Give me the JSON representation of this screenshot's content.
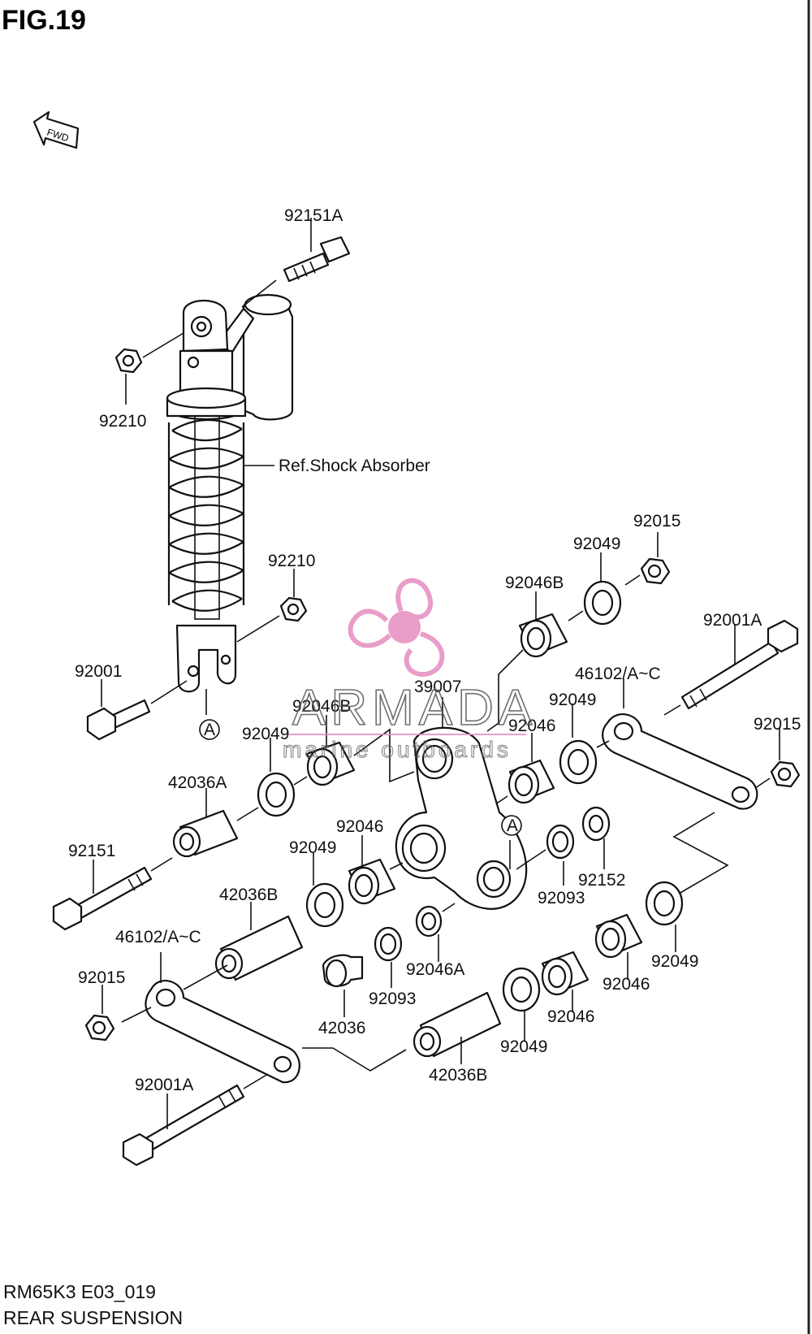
{
  "figure": {
    "title": "FIG.19",
    "fwd_label": "FWD"
  },
  "labels": {
    "l_92151A": "92151A",
    "l_92210_top": "92210",
    "l_ref": "Ref.Shock Absorber",
    "l_92210_mid": "92210",
    "l_92001": "92001",
    "l_A_left": "A",
    "l_92015_top": "92015",
    "l_92049_top": "92049",
    "l_92046B_top": "92046B",
    "l_92001A_right": "92001A",
    "l_39007": "39007",
    "l_46102_right": "46102/A~C",
    "l_92046B_mid": "92046B",
    "l_92049_right": "92049",
    "l_92046_right": "92046",
    "l_92015_right": "92015",
    "l_92049_left": "92049",
    "l_42036A": "42036A",
    "l_A_right": "A",
    "l_92046_center": "92046",
    "l_92049_center": "92049",
    "l_92151": "92151",
    "l_92152": "92152",
    "l_92093_right": "92093",
    "l_42036B_upper": "42036B",
    "l_46102_left": "46102/A~C",
    "l_92049_lowright": "92049",
    "l_92046A": "92046A",
    "l_92046_lowright": "92046",
    "l_92015_left": "92015",
    "l_92093_low": "92093",
    "l_92046_low": "92046",
    "l_42036": "42036",
    "l_92049_low": "92049",
    "l_42036B_low": "42036B",
    "l_92001A_left": "92001A"
  },
  "watermark": {
    "brand": "ARMADA",
    "tagline": "marine outboards",
    "color": "#e68cc0"
  },
  "footer": {
    "code": "RM65K3 E03_019",
    "name": "REAR SUSPENSION"
  }
}
